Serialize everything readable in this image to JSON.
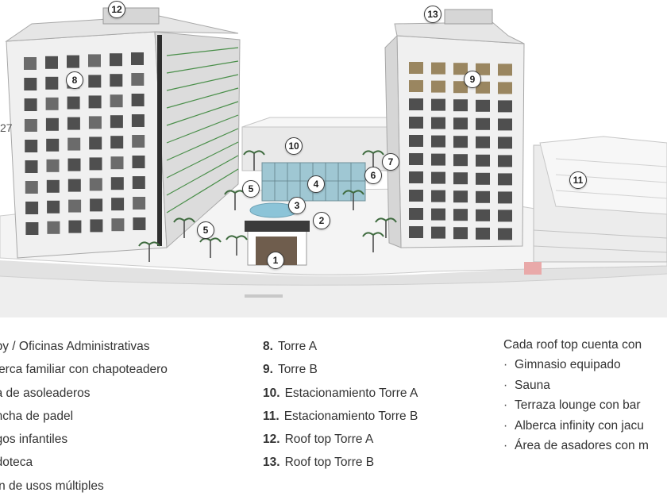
{
  "scene": {
    "side_label": "27",
    "markers": [
      {
        "id": "m1",
        "label": "1"
      },
      {
        "id": "m2",
        "label": "2"
      },
      {
        "id": "m3",
        "label": "3"
      },
      {
        "id": "m4",
        "label": "4"
      },
      {
        "id": "m5a",
        "label": "5"
      },
      {
        "id": "m5b",
        "label": "5"
      },
      {
        "id": "m6",
        "label": "6"
      },
      {
        "id": "m7",
        "label": "7"
      },
      {
        "id": "m8",
        "label": "8"
      },
      {
        "id": "m9",
        "label": "9"
      },
      {
        "id": "m10",
        "label": "10"
      },
      {
        "id": "m11",
        "label": "11"
      },
      {
        "id": "m12",
        "label": "12"
      },
      {
        "id": "m13",
        "label": "13"
      }
    ]
  },
  "legend": {
    "left": [
      "bby / Oficinas Administrativas",
      "lberca familiar con chapoteadero",
      "ea de asoleaderos",
      "ancha de padel",
      "egos infantiles",
      "udoteca",
      "lón de usos múltiples"
    ],
    "middle": [
      {
        "num": "8.",
        "text": "Torre A"
      },
      {
        "num": "9.",
        "text": "Torre B"
      },
      {
        "num": "10.",
        "text": "Estacionamiento Torre A"
      },
      {
        "num": "11.",
        "text": "Estacionamiento Torre B"
      },
      {
        "num": "12.",
        "text": "Roof top Torre A"
      },
      {
        "num": "13.",
        "text": "Roof top Torre B"
      }
    ],
    "right": {
      "heading": "Cada roof top cuenta con",
      "bullet": "·",
      "items": [
        "Gimnasio equipado",
        "Sauna",
        "Terraza lounge con bar",
        "Alberca infinity con jacu",
        "Área de asadores con m"
      ]
    }
  }
}
